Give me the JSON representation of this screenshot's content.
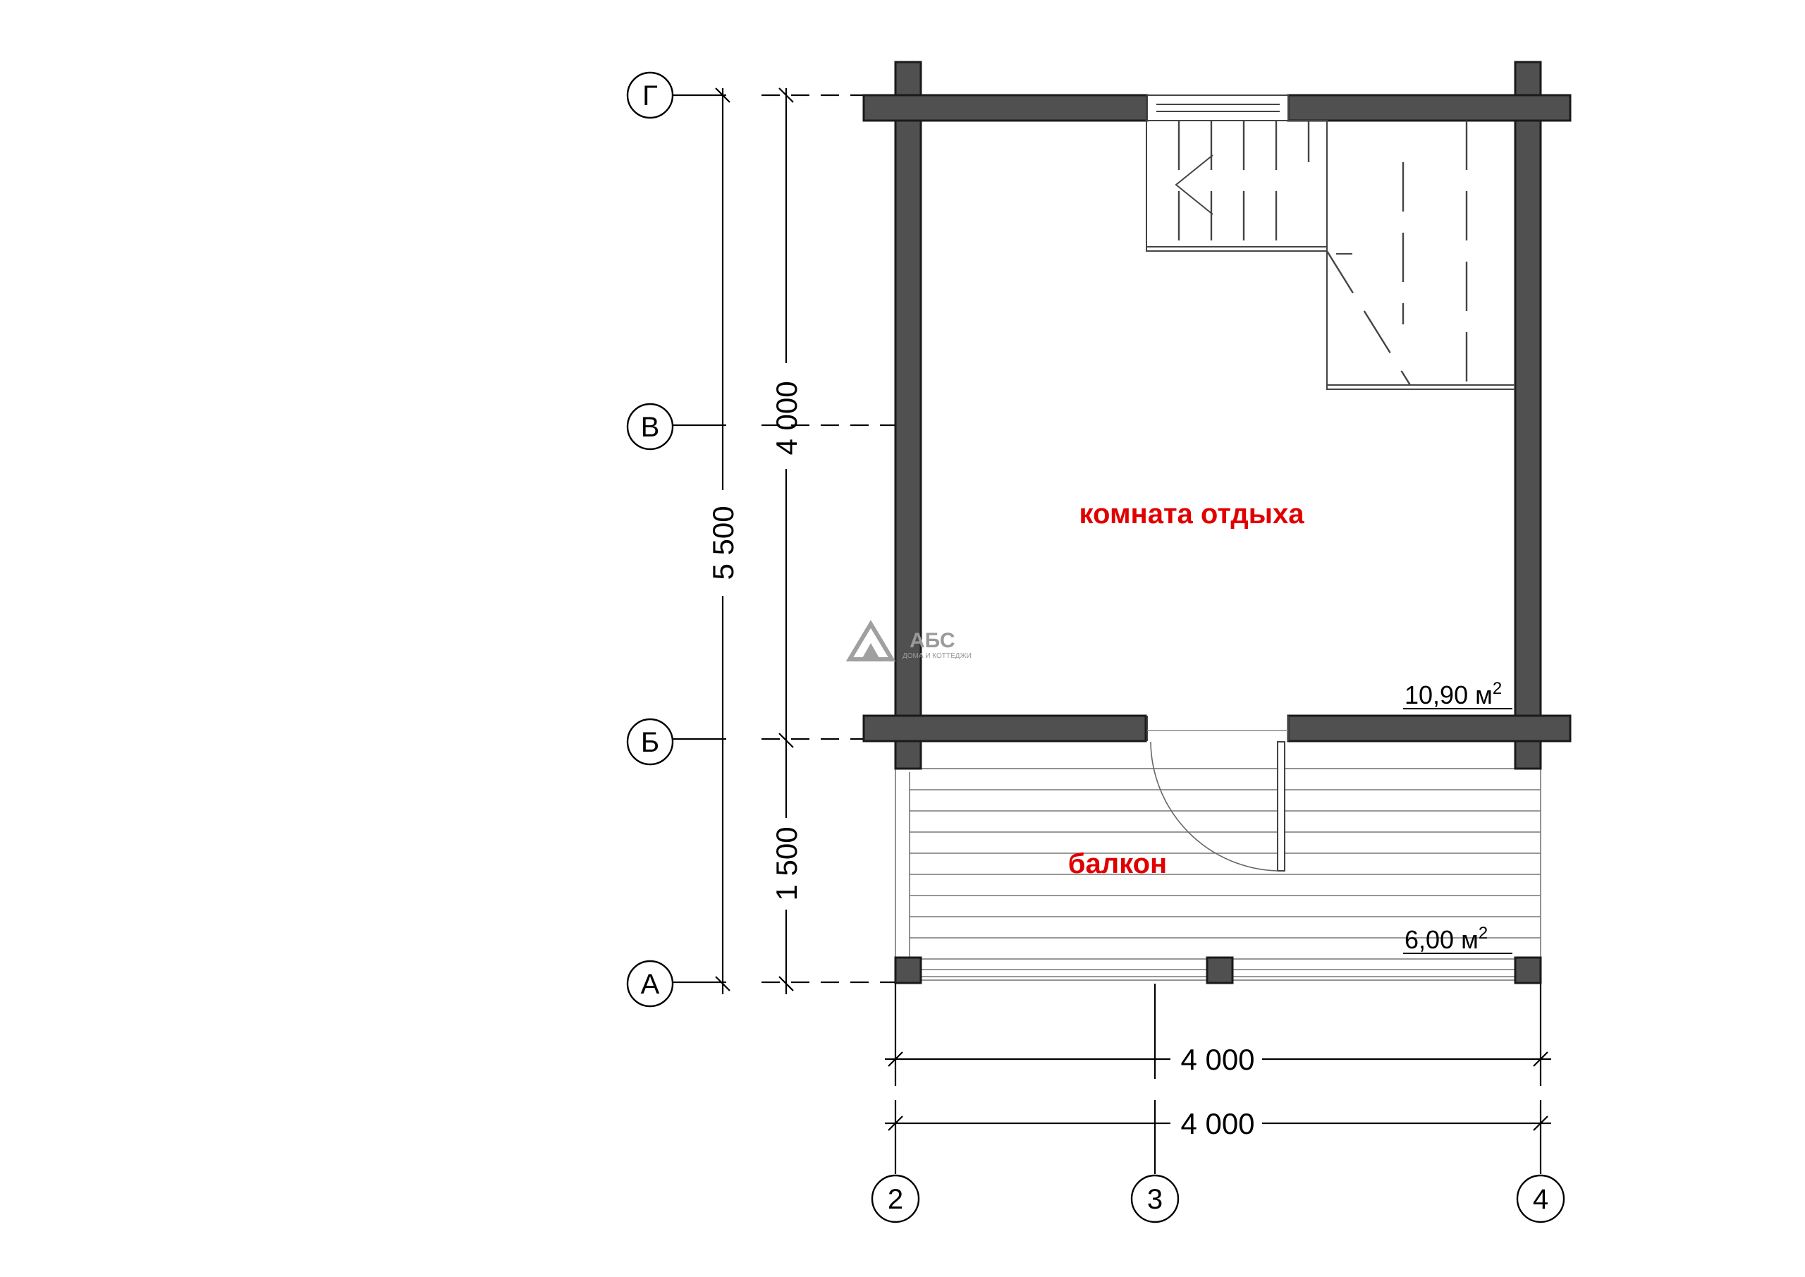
{
  "axes": {
    "rows": [
      "Г",
      "В",
      "Б",
      "А"
    ],
    "cols": [
      "2",
      "3",
      "4"
    ]
  },
  "dimensions": {
    "total_height": "5 500",
    "upper_height": "4 000",
    "lower_height": "1 500",
    "width_upper": "4 000",
    "width_lower": "4 000"
  },
  "rooms": [
    {
      "name": "комната отдыха",
      "area": "10,90 м",
      "area_sup": "2"
    },
    {
      "name": "балкон",
      "area": "6,00 м",
      "area_sup": "2"
    }
  ],
  "logo": {
    "text": "АБС",
    "subtitle": "ДОМА И КОТТЕДЖИ"
  },
  "colors": {
    "wall": "#505050",
    "room_label": "#e00000",
    "logo": "#9a9a9a"
  }
}
